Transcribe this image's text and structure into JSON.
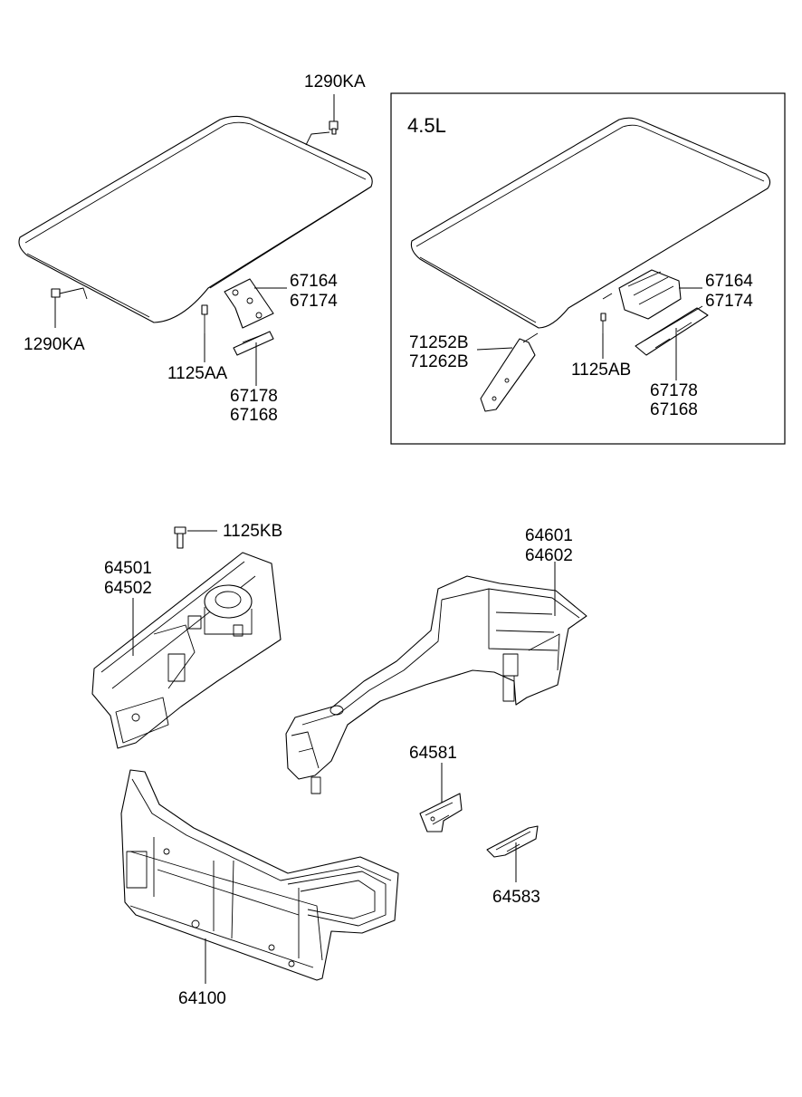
{
  "callouts": {
    "roof_std": {
      "bolt_top": "1290KA",
      "bolt_left": "1290KA",
      "bracket_a": "67164",
      "bracket_b": "67174",
      "screw": "1125AA",
      "rail_a": "67178",
      "rail_b": "67168"
    },
    "roof_45l": {
      "variant_label": "4.5L",
      "bracket_a": "67164",
      "bracket_b": "67174",
      "trim_a": "71252B",
      "trim_b": "71262B",
      "screw": "1125AB",
      "rail_a": "67178",
      "rail_b": "67168"
    },
    "front_body": {
      "bolt": "1125KB",
      "apron_a": "64501",
      "apron_b": "64502",
      "member_a": "64601",
      "member_b": "64602",
      "bracket_upper": "64581",
      "bracket_lower": "64583",
      "carrier": "64100"
    }
  }
}
